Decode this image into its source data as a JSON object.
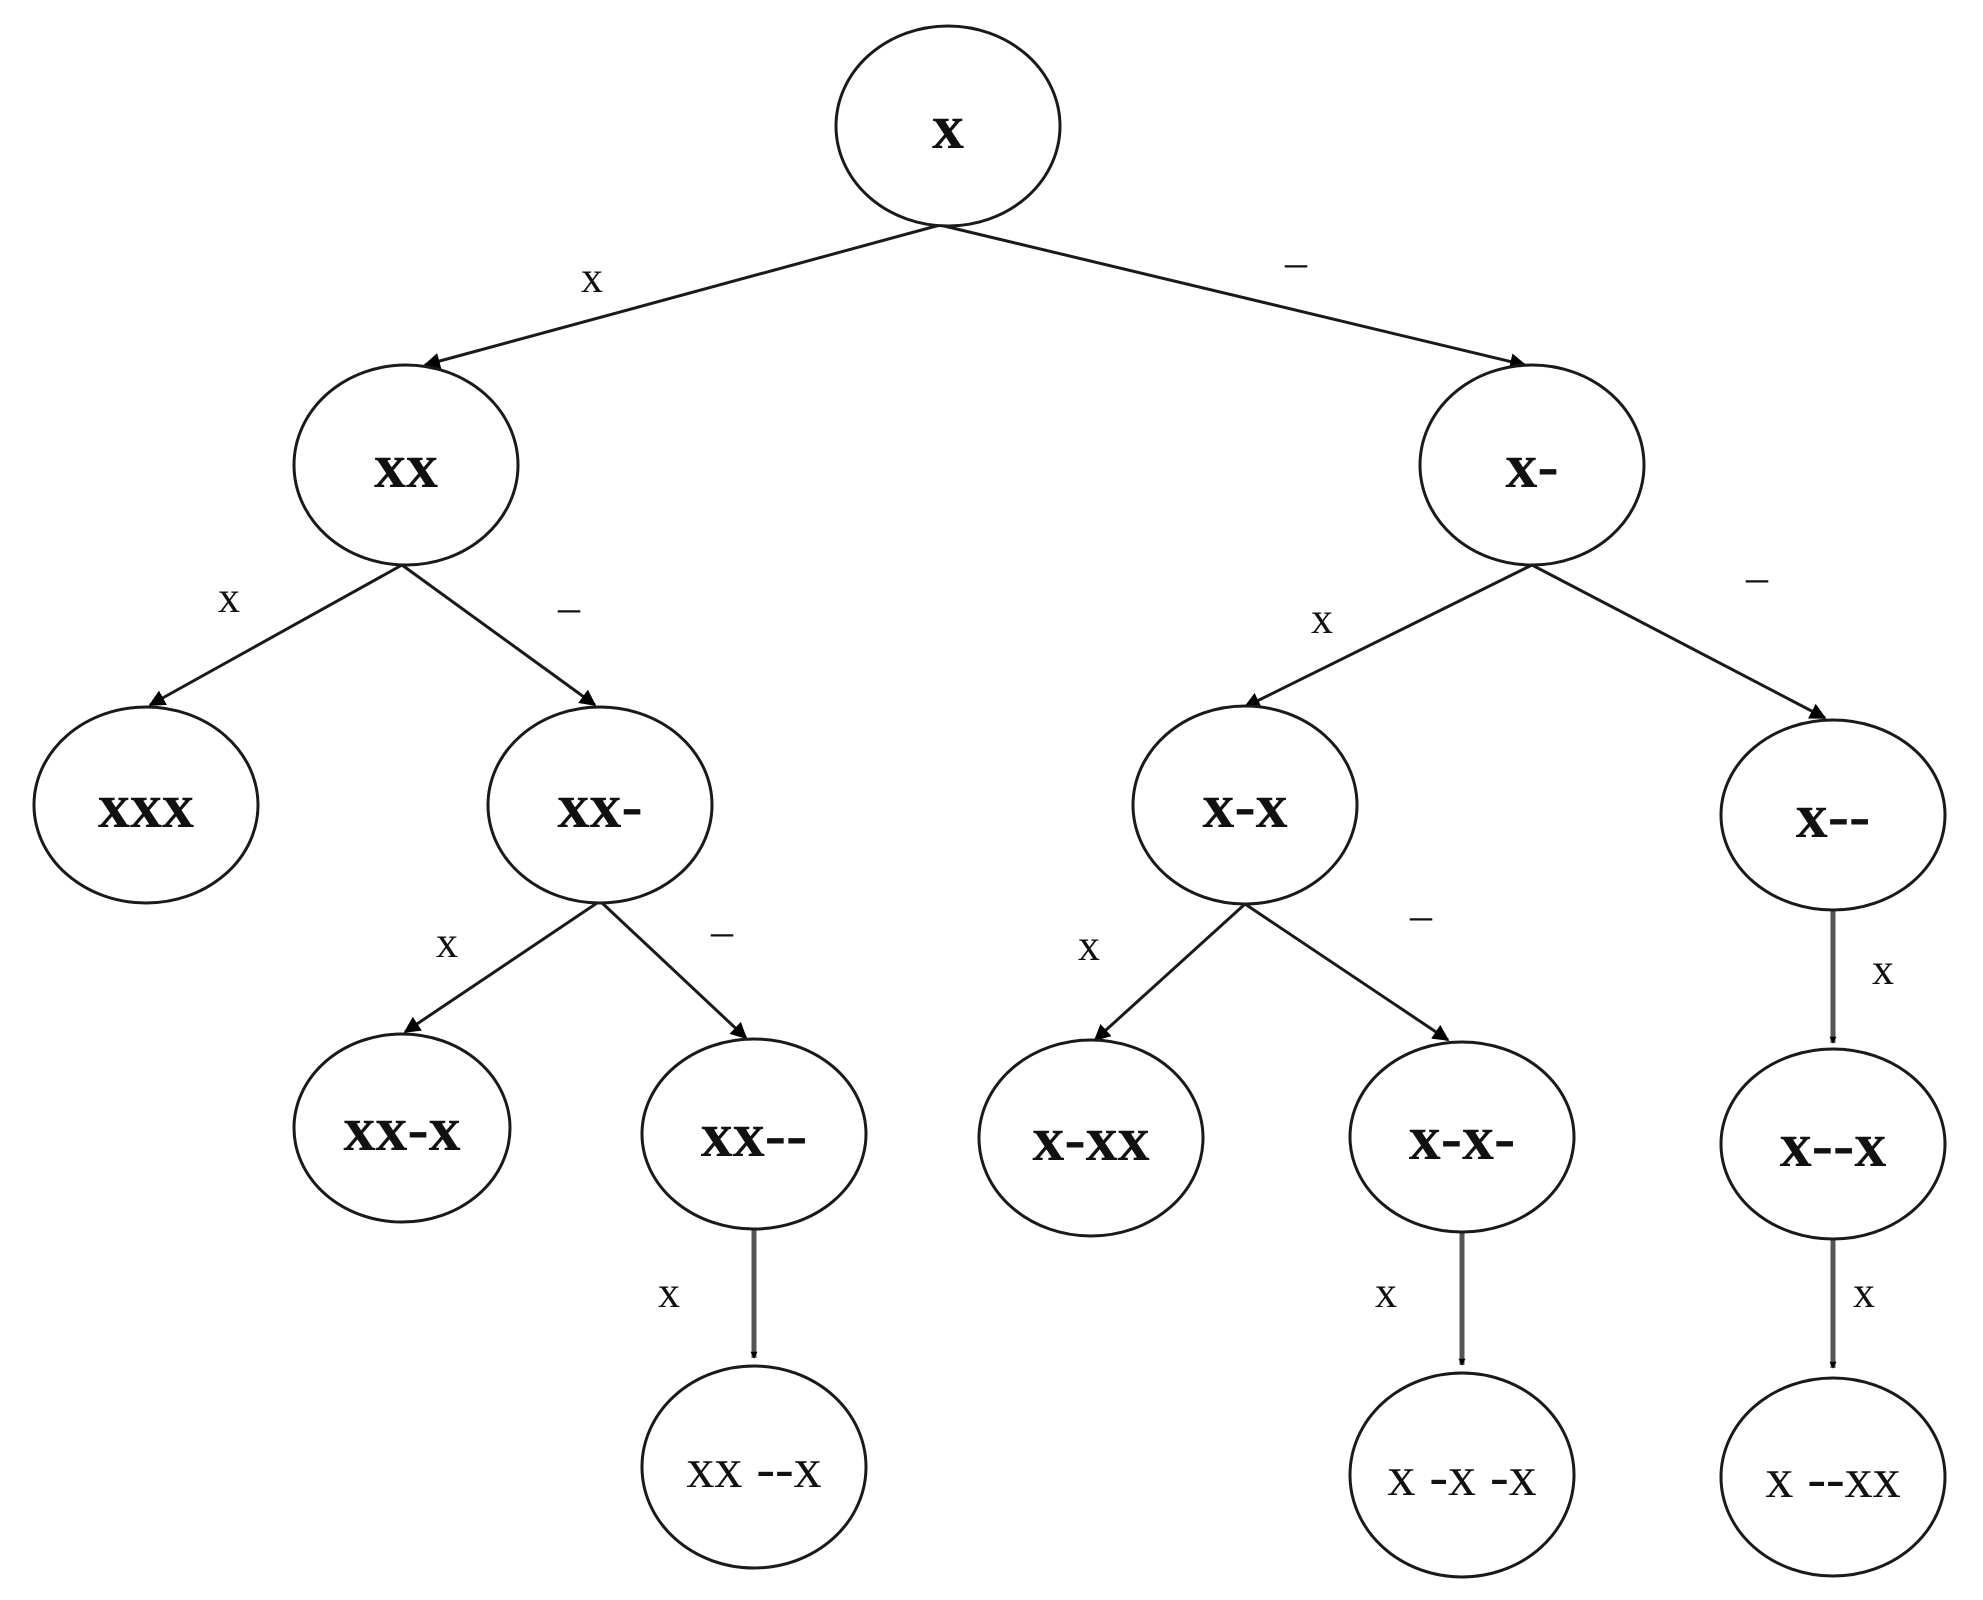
{
  "nodes": {
    "x": "x",
    "xx": "xx",
    "x_": "x-",
    "xxx": "xxx",
    "xx_": "xx-",
    "x_x": "x-x",
    "x__": "x--",
    "xx_x": "xx-x",
    "xx__": "xx--",
    "x_xx": "x-xx",
    "x_x_": "x-x-",
    "x__x": "x--x",
    "xx__x": "xx --x",
    "x_x_x": "x -x -x",
    "x__xx": "x --xx"
  },
  "edges": {
    "x_to_xx": "x",
    "x_to_x_": "–",
    "xx_to_xxx": "x",
    "xx_to_xx_": "–",
    "x__to_x_x": "x",
    "x__to_x__": "–",
    "xx__to_xx_x": "x",
    "xx__to_xx__": "–",
    "x_x_to_x_xx": "x",
    "x_x_to_x_x_": "–",
    "x___to_x__x": "x",
    "xx___to_xx__x": "x",
    "x_x__to_x_x_x": "x",
    "x__x_to_x__xx": "x"
  }
}
